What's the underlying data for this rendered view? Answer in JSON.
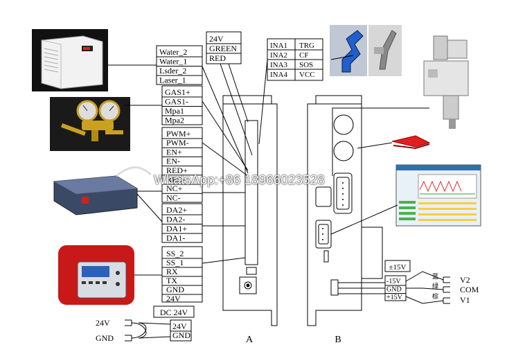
{
  "boxes": {
    "water": [
      "Water_2",
      "Water_1",
      "Lsder_2",
      "Laser_1"
    ],
    "gas": [
      "GAS1+",
      "GAS1-",
      "Mpa1",
      "Mpa2"
    ],
    "pwm": [
      "PWM+",
      "PWM-",
      "EN+",
      "EN-",
      "RED+",
      "RED-",
      "NC+",
      "NC-"
    ],
    "da": [
      "DA2+",
      "DA2-",
      "DA1+",
      "DA1-"
    ],
    "ss": [
      "SS_2",
      "SS_1",
      "RX",
      "TX",
      "GND",
      "24V"
    ],
    "power_top": [
      "24V",
      "GREEN",
      "RED"
    ],
    "ina": [
      "INA1",
      "INA2",
      "INA3",
      "INA4"
    ],
    "trg": [
      "TRG",
      "CF",
      "SOS",
      "VCC"
    ],
    "dc_title": "DC 24V",
    "dc": [
      "24V",
      "GND"
    ],
    "pm15_title": "±15V",
    "pm15": [
      "-15V",
      "GND",
      "+15V"
    ]
  },
  "inputs": {
    "v24": "24V",
    "gnd": "GND"
  },
  "outputs": [
    "V2",
    "COM",
    "V1"
  ],
  "wire_colors": [
    "蓝",
    "绿",
    "棕"
  ],
  "labels": {
    "a": "A",
    "b": "B"
  },
  "watermark": "WhatsApp:+86 18966023528",
  "colors": {
    "line": "#000000",
    "chiller_body": "#f2f2f2",
    "brass": "#c9a020",
    "laser_body": "#3a4a66",
    "red_device": "#c81818",
    "clamp_red": "#e02020",
    "screen_bg": "#e8f0f8"
  }
}
